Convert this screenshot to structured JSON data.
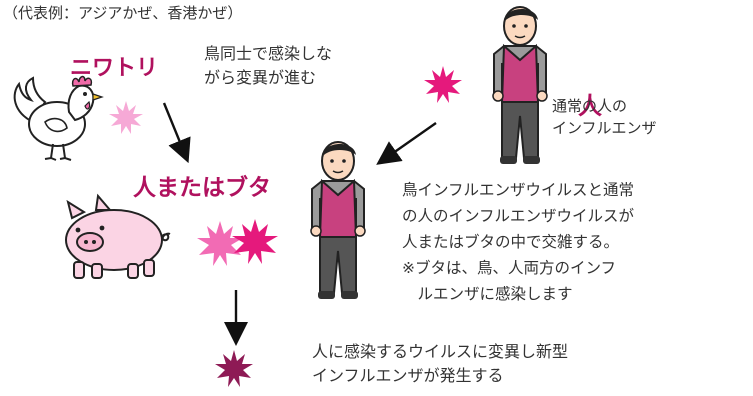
{
  "header_note": "（代表例：アジアかぜ、香港かぜ）",
  "labels": {
    "chicken": "ニワトリ",
    "human": "人",
    "human_or_pig": "人またはブタ"
  },
  "notes": {
    "bird_spread": [
      "鳥同士で感染しな",
      "がら変異が進む"
    ],
    "human_flu": [
      "通常の人の",
      "インフルエンザ"
    ],
    "reassortment": [
      "鳥インフルエンザウイルスと通常",
      "の人のインフルエンザウイルスが",
      "人またはブタの中で交雑する。"
    ],
    "asterisk_note": [
      "※ブタは、鳥、人両方のインフ",
      "　ルエンザに感染します"
    ],
    "new_type": [
      "人に感染するウイルスに変異し新型",
      "インフルエンザが発生する"
    ]
  },
  "colors": {
    "label_magenta": "#b0115e",
    "virus_light_pink": "#f6a9d6",
    "virus_pink": "#f26bb4",
    "virus_magenta": "#e5197c",
    "virus_dark": "#8e1a55"
  },
  "icons": [
    "chicken-icon",
    "pig-icon",
    "human-figure-icon",
    "virus-icon",
    "arrow-icon"
  ]
}
